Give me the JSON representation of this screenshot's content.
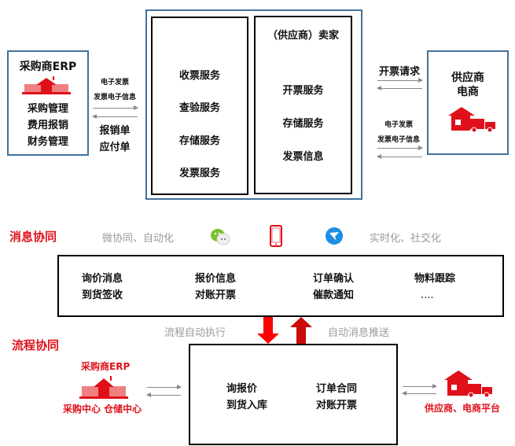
{
  "top": {
    "buyer": {
      "title": "采购商ERP",
      "lines": [
        "采购管理",
        "费用报销",
        "财务管理"
      ]
    },
    "left_link": {
      "to_label_1": "电子发票",
      "to_label_2": "发票电子信息",
      "from_label_1": "报销单",
      "from_label_2": "应付单"
    },
    "buyer_services": [
      "收票服务",
      "查验服务",
      "存储服务",
      "发票服务"
    ],
    "seller": {
      "title": "（供应商）卖家",
      "services": [
        "开票服务",
        "存储服务",
        "发票信息"
      ]
    },
    "right_link": {
      "label_top": "开票请求",
      "label_1": "电子发票",
      "label_2": "发票电子信息"
    },
    "supplier": {
      "line1": "供应商",
      "line2": "电商"
    }
  },
  "message": {
    "title": "消息协同",
    "left_text": "微协同、自动化",
    "right_text": "实时化、社交化",
    "columns": [
      [
        "询价消息",
        "到货签收"
      ],
      [
        "报价信息",
        "对账开票"
      ],
      [
        "订单确认",
        "催款通知"
      ],
      [
        "物料跟踪",
        "...."
      ]
    ]
  },
  "arrows": {
    "down_label": "流程自动执行",
    "up_label": "自动消息推送"
  },
  "process": {
    "title": "流程协同",
    "buyer_title": "采购商ERP",
    "buyer_caption": "采购中心  仓储中心",
    "columns": [
      [
        "询报价",
        "到货入库"
      ],
      [
        "订单合同",
        "对账开票"
      ]
    ],
    "supplier_caption": "供应商、电商平台"
  },
  "colors": {
    "red": "#e0101a",
    "blue_border": "#41719c"
  }
}
